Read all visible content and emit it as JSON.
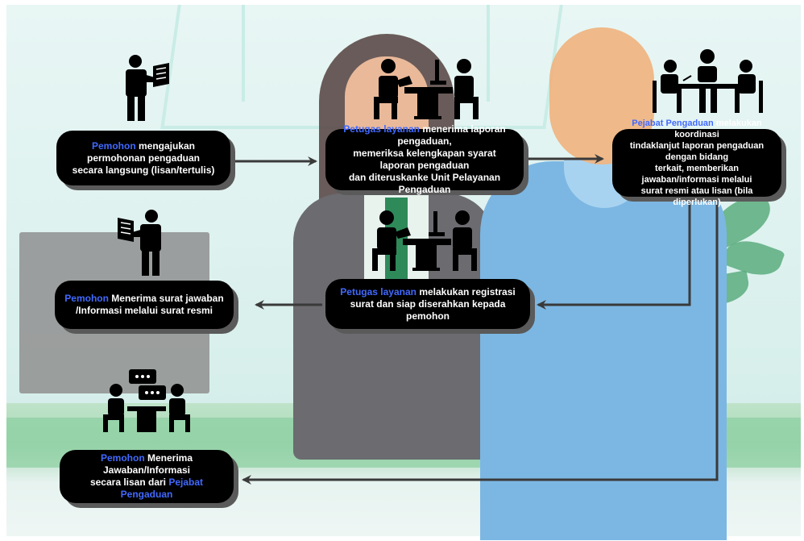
{
  "steps": [
    {
      "lead": "Pemohon",
      "text": " mengajukan permohonan pengaduan\nsecara langsung (lisan/tertulis)"
    },
    {
      "lead": "Petugas layanan",
      "text": " menerima laporan pengaduan,\nmemeriksa kelengkapan syarat laporan pengaduan\ndan diteruskanke Unit Pelayanan Pengaduan"
    },
    {
      "lead": "Pejabat Pengaduan",
      "text": " melakukan koordinasi\ntindaklanjut laporan pengaduan dengan bidang\nterkait, memberikan jawaban/informasi melalui\nsurat resmi atau lisan (bila diperlukan)"
    },
    {
      "lead": "Petugas layanan",
      "text": " melakukan registrasi\nsurat dan siap diserahkan kepada pemohon"
    },
    {
      "lead": "Pemohon",
      "text": " Menerima surat jawaban\n/Informasi melalui surat resmi"
    },
    {
      "lead": "Pemohon",
      "text": " Menerima Jawaban/Informasi\nsecara lisan dari ",
      "end": "Pejabat Pengaduan"
    }
  ],
  "icons": [
    "person-holding-document-icon",
    "two-officers-at-desk-icon",
    "meeting-table-icon",
    "two-officers-at-desk-icon",
    "person-holding-document-icon",
    "chat-discussion-icon"
  ],
  "colors": {
    "box": "#000000",
    "keyword": "#4169ff",
    "text": "#ffffff",
    "arrow": "#3a3a3a"
  }
}
